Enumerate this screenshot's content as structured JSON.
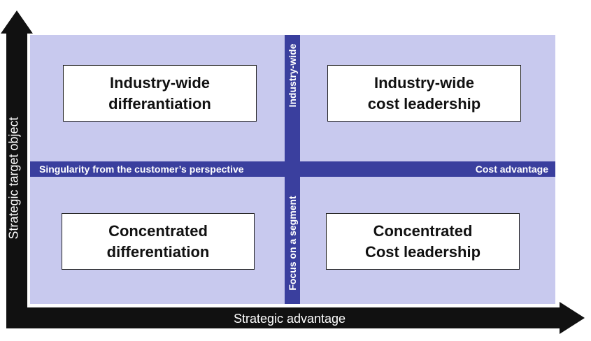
{
  "quadrants": {
    "top_left": [
      "Industry-wide",
      "differantiation"
    ],
    "top_right": [
      "Industry-wide",
      "cost leadership"
    ],
    "bottom_left": [
      "Concentrated",
      "differentiation"
    ],
    "bottom_right": [
      "Concentrated",
      "Cost leadership"
    ]
  },
  "bands": {
    "horizontal_left": "Singularity from the customer’s perspective",
    "horizontal_right": "Cost advantage",
    "vertical_top": "Industry-wide",
    "vertical_bottom": "Focus on a segment"
  },
  "axes": {
    "y_title": "Strategic target object",
    "x_title": "Strategic advantage"
  },
  "colors": {
    "panel": "#c8c9ee",
    "band": "#3a3f9e",
    "axis": "#111111"
  }
}
